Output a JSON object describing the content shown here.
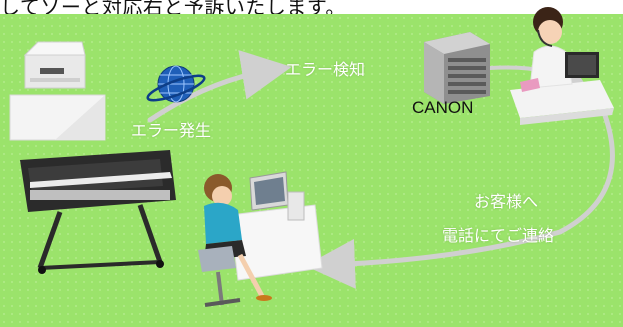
{
  "header": {
    "text": "してソーと対応右と予訴いたします。"
  },
  "labels": {
    "error_occurred": "エラー発生",
    "error_detected": "エラー検知",
    "company": "CANON",
    "contact_line1": "お客様へ",
    "contact_line2": "電話にてご連絡"
  },
  "colors": {
    "background": "#9be36b",
    "arrow": "#d0d0d0",
    "label_text": "#ffffff"
  },
  "icons": [
    "printer-icon",
    "network-globe-icon",
    "server-building-icon",
    "operator-icon",
    "plotter-icon",
    "user-at-pc-icon"
  ]
}
